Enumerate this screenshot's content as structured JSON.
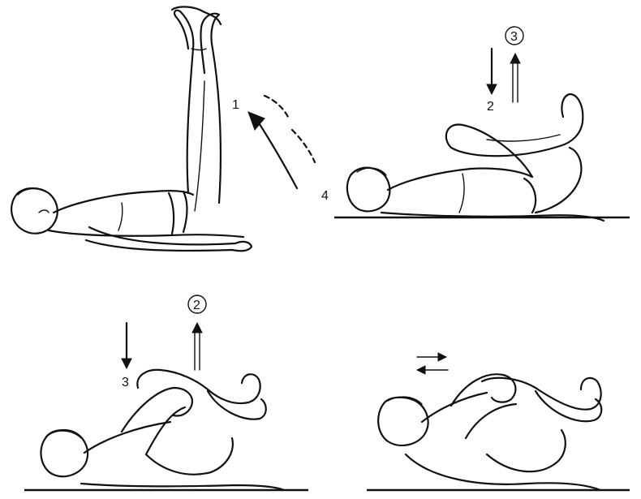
{
  "panels": [
    {
      "id": "legs-raised",
      "labels": {
        "start": "1",
        "end": "4"
      }
    },
    {
      "id": "knees-bent",
      "labels": {
        "down_step": "2",
        "up_step": "3"
      }
    },
    {
      "id": "knees-hugged",
      "labels": {
        "down_step": "3",
        "up_step": "2"
      }
    },
    {
      "id": "rocking",
      "labels": {}
    }
  ],
  "colors": {
    "ink": "#111111",
    "background": "#ffffff"
  }
}
